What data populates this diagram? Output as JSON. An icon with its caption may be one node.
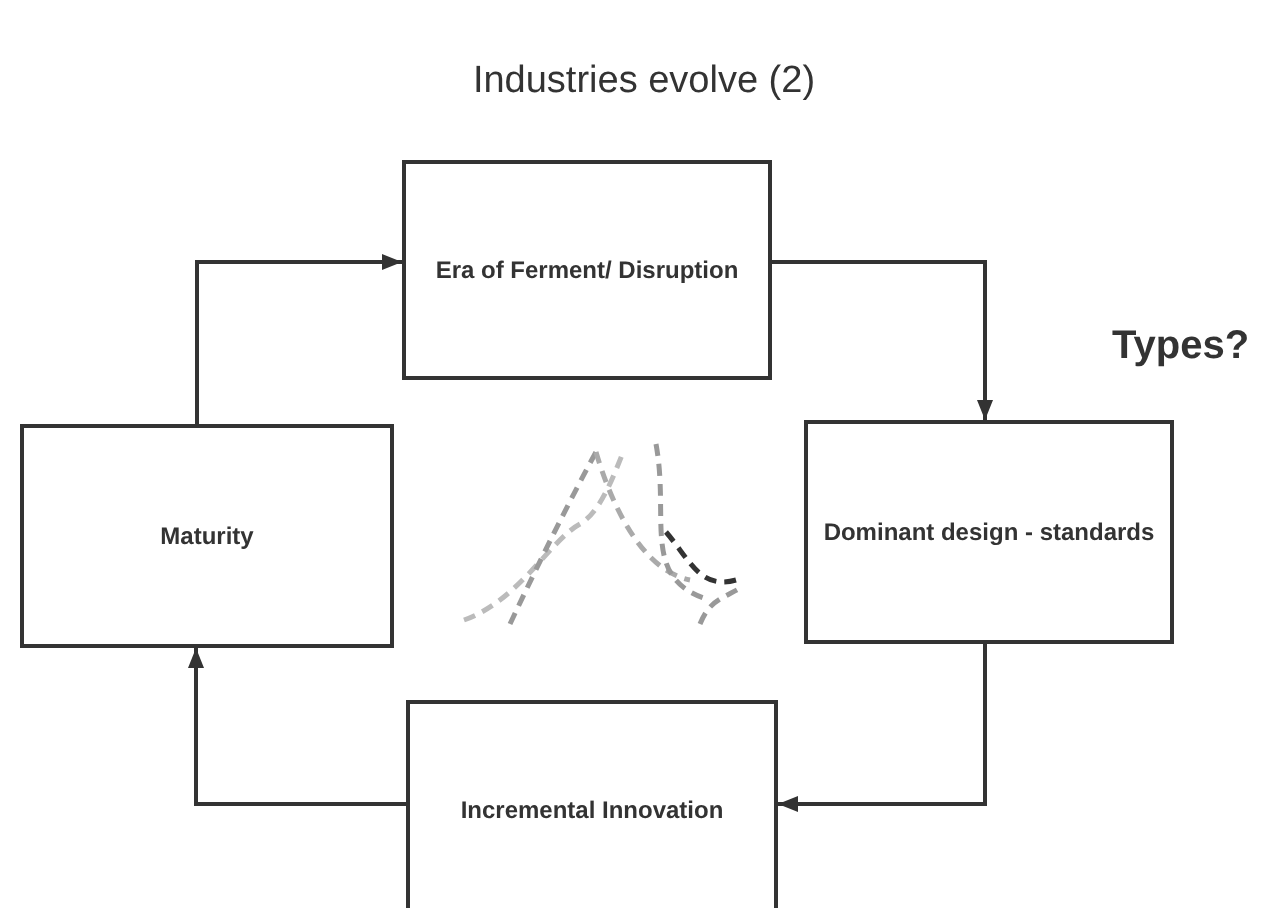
{
  "diagram": {
    "title": "Industries evolve (2)",
    "nodes": [
      {
        "text": [
          "Era of Ferment/ Disruption"
        ]
      },
      {
        "text": [
          "Maturity"
        ]
      },
      {
        "text": [
          "Dominant design - standards"
        ]
      },
      {
        "text": [
          "Incremental Innovation"
        ]
      }
    ],
    "edges": [
      {
        "from": 1,
        "to": 0,
        "arrow": "to"
      },
      {
        "from": 0,
        "to": 2,
        "arrow": "to"
      },
      {
        "from": 2,
        "to": 3,
        "arrow": "to"
      },
      {
        "from": 3,
        "to": 1,
        "arrow": "to"
      }
    ],
    "labels": [
      "Types?"
    ]
  }
}
